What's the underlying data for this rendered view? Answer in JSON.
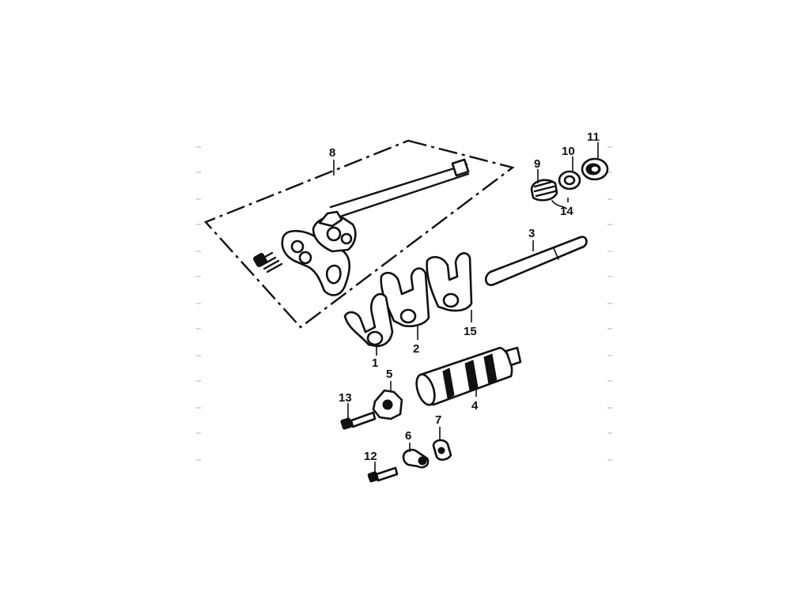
{
  "diagram": {
    "labels": {
      "p1": "1",
      "p2": "2",
      "p3": "3",
      "p4": "4",
      "p5": "5",
      "p6": "6",
      "p7": "7",
      "p8": "8",
      "p9": "9",
      "p10": "10",
      "p11": "11",
      "p12": "12",
      "p13": "13",
      "p14": "14",
      "p15": "15"
    },
    "colors": {
      "line": "#111111",
      "background": "#ffffff"
    }
  }
}
